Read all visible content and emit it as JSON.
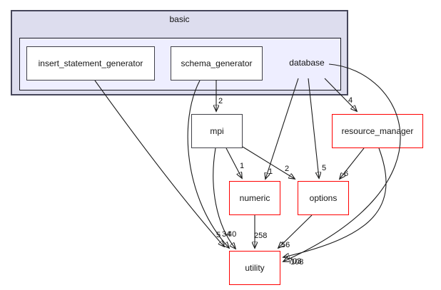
{
  "diagram": {
    "type": "directory-dependency-graph",
    "clusters": {
      "outer": {
        "label": "basic"
      },
      "inner": {
        "label": "database"
      }
    },
    "colors": {
      "outer_cluster_fill": "#ddddee",
      "inner_cluster_fill": "#eeeeff",
      "node_fill": "#ffffff",
      "node_border_default": "#404048",
      "node_border_external": "#ff0000",
      "edge": "#1a1a1a"
    }
  },
  "nodes": [
    {
      "id": "insert_statement_generator",
      "label": "insert_statement_generator",
      "style": "default"
    },
    {
      "id": "schema_generator",
      "label": "schema_generator",
      "style": "default"
    },
    {
      "id": "database",
      "label": "database",
      "style": "plain-text"
    },
    {
      "id": "mpi",
      "label": "mpi",
      "style": "default"
    },
    {
      "id": "resource_manager",
      "label": "resource_manager",
      "style": "external-red"
    },
    {
      "id": "numeric",
      "label": "numeric",
      "style": "external-red"
    },
    {
      "id": "options",
      "label": "options",
      "style": "external-red"
    },
    {
      "id": "utility",
      "label": "utility",
      "style": "external-red"
    }
  ],
  "edges": [
    {
      "from": "schema_generator",
      "to": "mpi",
      "label": "2"
    },
    {
      "from": "insert_statement_generator",
      "to": "utility",
      "label": "5"
    },
    {
      "from": "schema_generator",
      "to": "utility",
      "label": "34"
    },
    {
      "from": "mpi",
      "to": "utility",
      "label": "40"
    },
    {
      "from": "mpi",
      "to": "numeric",
      "label": "1"
    },
    {
      "from": "mpi",
      "to": "options",
      "label": "2"
    },
    {
      "from": "database",
      "to": "numeric",
      "label": "1"
    },
    {
      "from": "database",
      "to": "options",
      "label": "5"
    },
    {
      "from": "database",
      "to": "resource_manager",
      "label": "4"
    },
    {
      "from": "database",
      "to": "utility",
      "label": "703"
    },
    {
      "from": "resource_manager",
      "to": "options",
      "label": "6"
    },
    {
      "from": "resource_manager",
      "to": "utility",
      "label": "108"
    },
    {
      "from": "numeric",
      "to": "utility",
      "label": "258"
    },
    {
      "from": "options",
      "to": "utility",
      "label": "56"
    }
  ]
}
